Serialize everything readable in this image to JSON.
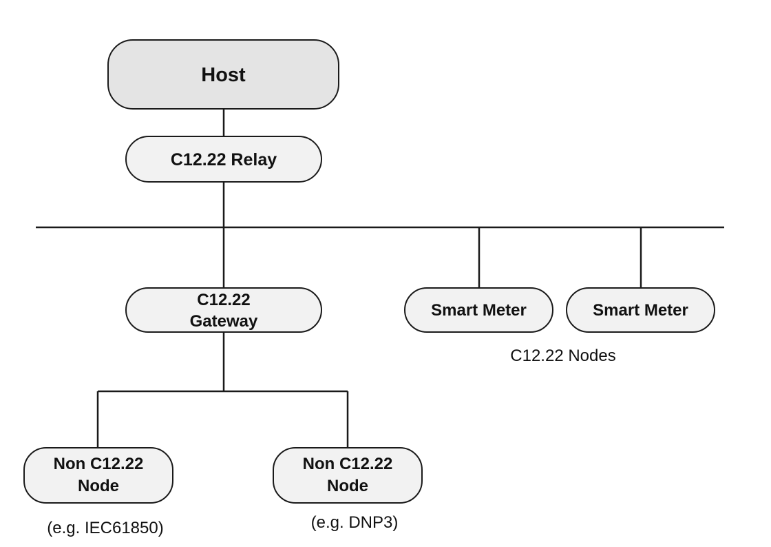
{
  "host": {
    "label": "Host"
  },
  "relay": {
    "label": "C12.22 Relay"
  },
  "gateway": {
    "line1": "C12.22",
    "line2": "Gateway"
  },
  "smart_meter_1": {
    "label": "Smart Meter"
  },
  "smart_meter_2": {
    "label": "Smart Meter"
  },
  "nodes_caption": "C12.22 Nodes",
  "non_node_1": {
    "line1": "Non C12.22",
    "line2": "Node",
    "example": "(e.g. IEC61850)"
  },
  "non_node_2": {
    "line1": "Non C12.22",
    "line2": "Node",
    "example": "(e.g. DNP3)"
  }
}
